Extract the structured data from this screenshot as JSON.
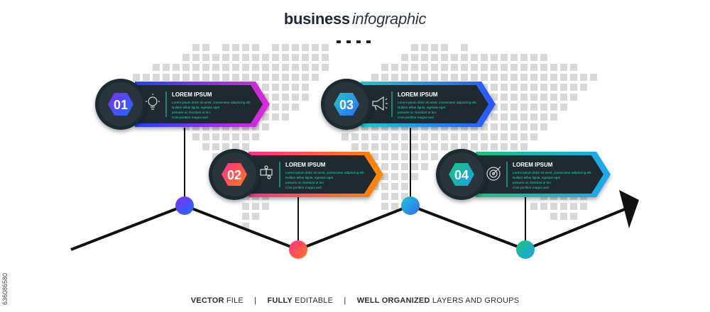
{
  "header": {
    "title_bold": "business",
    "title_light": "infographic"
  },
  "steps": [
    {
      "number": "01",
      "title": "LOREM IPSUM",
      "icon": "lightbulb-icon",
      "gradient": [
        "#7b2ff7",
        "#1e6bff"
      ],
      "accent": "#e02ad6",
      "body": [
        "Lorem ipsum dolor sit amet, consectetur adipiscing elit.",
        "Nullam tellus ligula, egestas eget",
        "posuere ut, tincidunt ut leo.",
        "Cras porttitor magna sed."
      ]
    },
    {
      "number": "02",
      "title": "LOREM IPSUM",
      "icon": "puzzle-icon",
      "gradient": [
        "#ff2d8a",
        "#ff7a1a"
      ],
      "accent": "#ff8a00",
      "body": [
        "Lorem ipsum dolor sit amet, consectetur adipiscing elit.",
        "Nullam tellus ligula, egestas eget",
        "posuere ut, tincidunt ut leo.",
        "Cras porttitor magna sed."
      ]
    },
    {
      "number": "03",
      "title": "LOREM IPSUM",
      "icon": "megaphone-icon",
      "gradient": [
        "#1ec8c8",
        "#2f6bff"
      ],
      "accent": "#2b55ff",
      "body": [
        "Lorem ipsum dolor sit amet, consectetur adipiscing elit.",
        "Nullam tellus ligula, egestas eget",
        "posuere ut, tincidunt ut leo.",
        "Cras porttitor magna sed."
      ]
    },
    {
      "number": "04",
      "title": "LOREM IPSUM",
      "icon": "target-icon",
      "gradient": [
        "#19c37d",
        "#1ea0e8"
      ],
      "accent": "#1aa8f0",
      "body": [
        "Lorem ipsum dolor sit amet, consectetur adipiscing elit.",
        "Nullam tellus ligula, egestas eget",
        "posuere ut, tincidunt ut leo.",
        "Cras porttitor magna sed."
      ]
    }
  ],
  "footer": {
    "vector_bold": "VECTOR",
    "vector_rest": " FILE",
    "sep1": "|",
    "editable_bold": "FULLY",
    "editable_rest": " EDITABLE",
    "sep2": "|",
    "organized_bold": "WELL ORGANIZED",
    "organized_rest": " LAYERS AND GROUPS"
  },
  "stock_id": "636086580",
  "colors": {
    "card_bg": "#1f2a30",
    "card_text": "#1ed9b8",
    "title_text": "#ffffff",
    "line": "#111111",
    "map_square": "#d9d9d9"
  }
}
